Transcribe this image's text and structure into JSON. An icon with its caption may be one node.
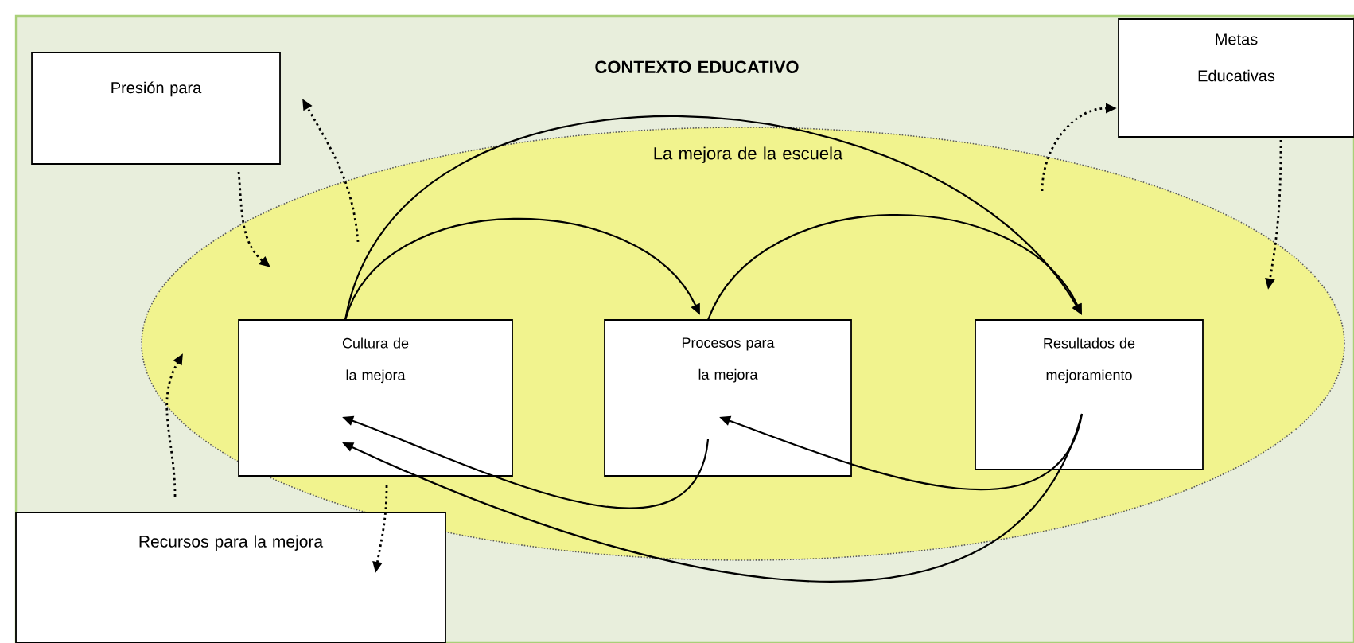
{
  "diagram": {
    "nodes": [
      {
        "text": [
          "CONTEXTO EDUCATIVO"
        ]
      },
      {
        "text": [
          "Presión para"
        ],
        "in": 0
      },
      {
        "text": [
          "Metas Educativas"
        ],
        "in": 0
      },
      {
        "text": [
          "La mejora de la escuela"
        ],
        "in": 0
      },
      {
        "text": [
          "Cultura de la mejora"
        ],
        "in": 3
      },
      {
        "text": [
          "Procesos para la mejora"
        ],
        "in": 3
      },
      {
        "text": [
          "Resultados de mejoramiento"
        ],
        "in": 3
      },
      {
        "text": [
          "Recursos para la mejora"
        ],
        "in": 0
      }
    ],
    "edges": [
      {
        "from": 4,
        "to": 5,
        "arrow": "to"
      },
      {
        "from": 4,
        "to": 6,
        "arrow": "to"
      },
      {
        "from": 5,
        "to": 6,
        "arrow": "to"
      },
      {
        "from": 6,
        "to": 5,
        "arrow": "to"
      },
      {
        "from": 6,
        "to": 4,
        "arrow": "to"
      },
      {
        "from": 5,
        "to": 4,
        "arrow": "to"
      },
      {
        "from": 1,
        "to": 3,
        "arrow": "to",
        "style": "dashed"
      },
      {
        "from": 3,
        "to": 1,
        "arrow": "to",
        "style": "dashed"
      },
      {
        "from": 3,
        "to": 2,
        "arrow": "to",
        "style": "dashed"
      },
      {
        "from": 2,
        "to": 3,
        "arrow": "to",
        "style": "dashed"
      },
      {
        "from": 7,
        "to": 3,
        "arrow": "to",
        "style": "dashed"
      },
      {
        "from": 4,
        "to": 7,
        "arrow": "to",
        "style": "dashed"
      }
    ]
  }
}
